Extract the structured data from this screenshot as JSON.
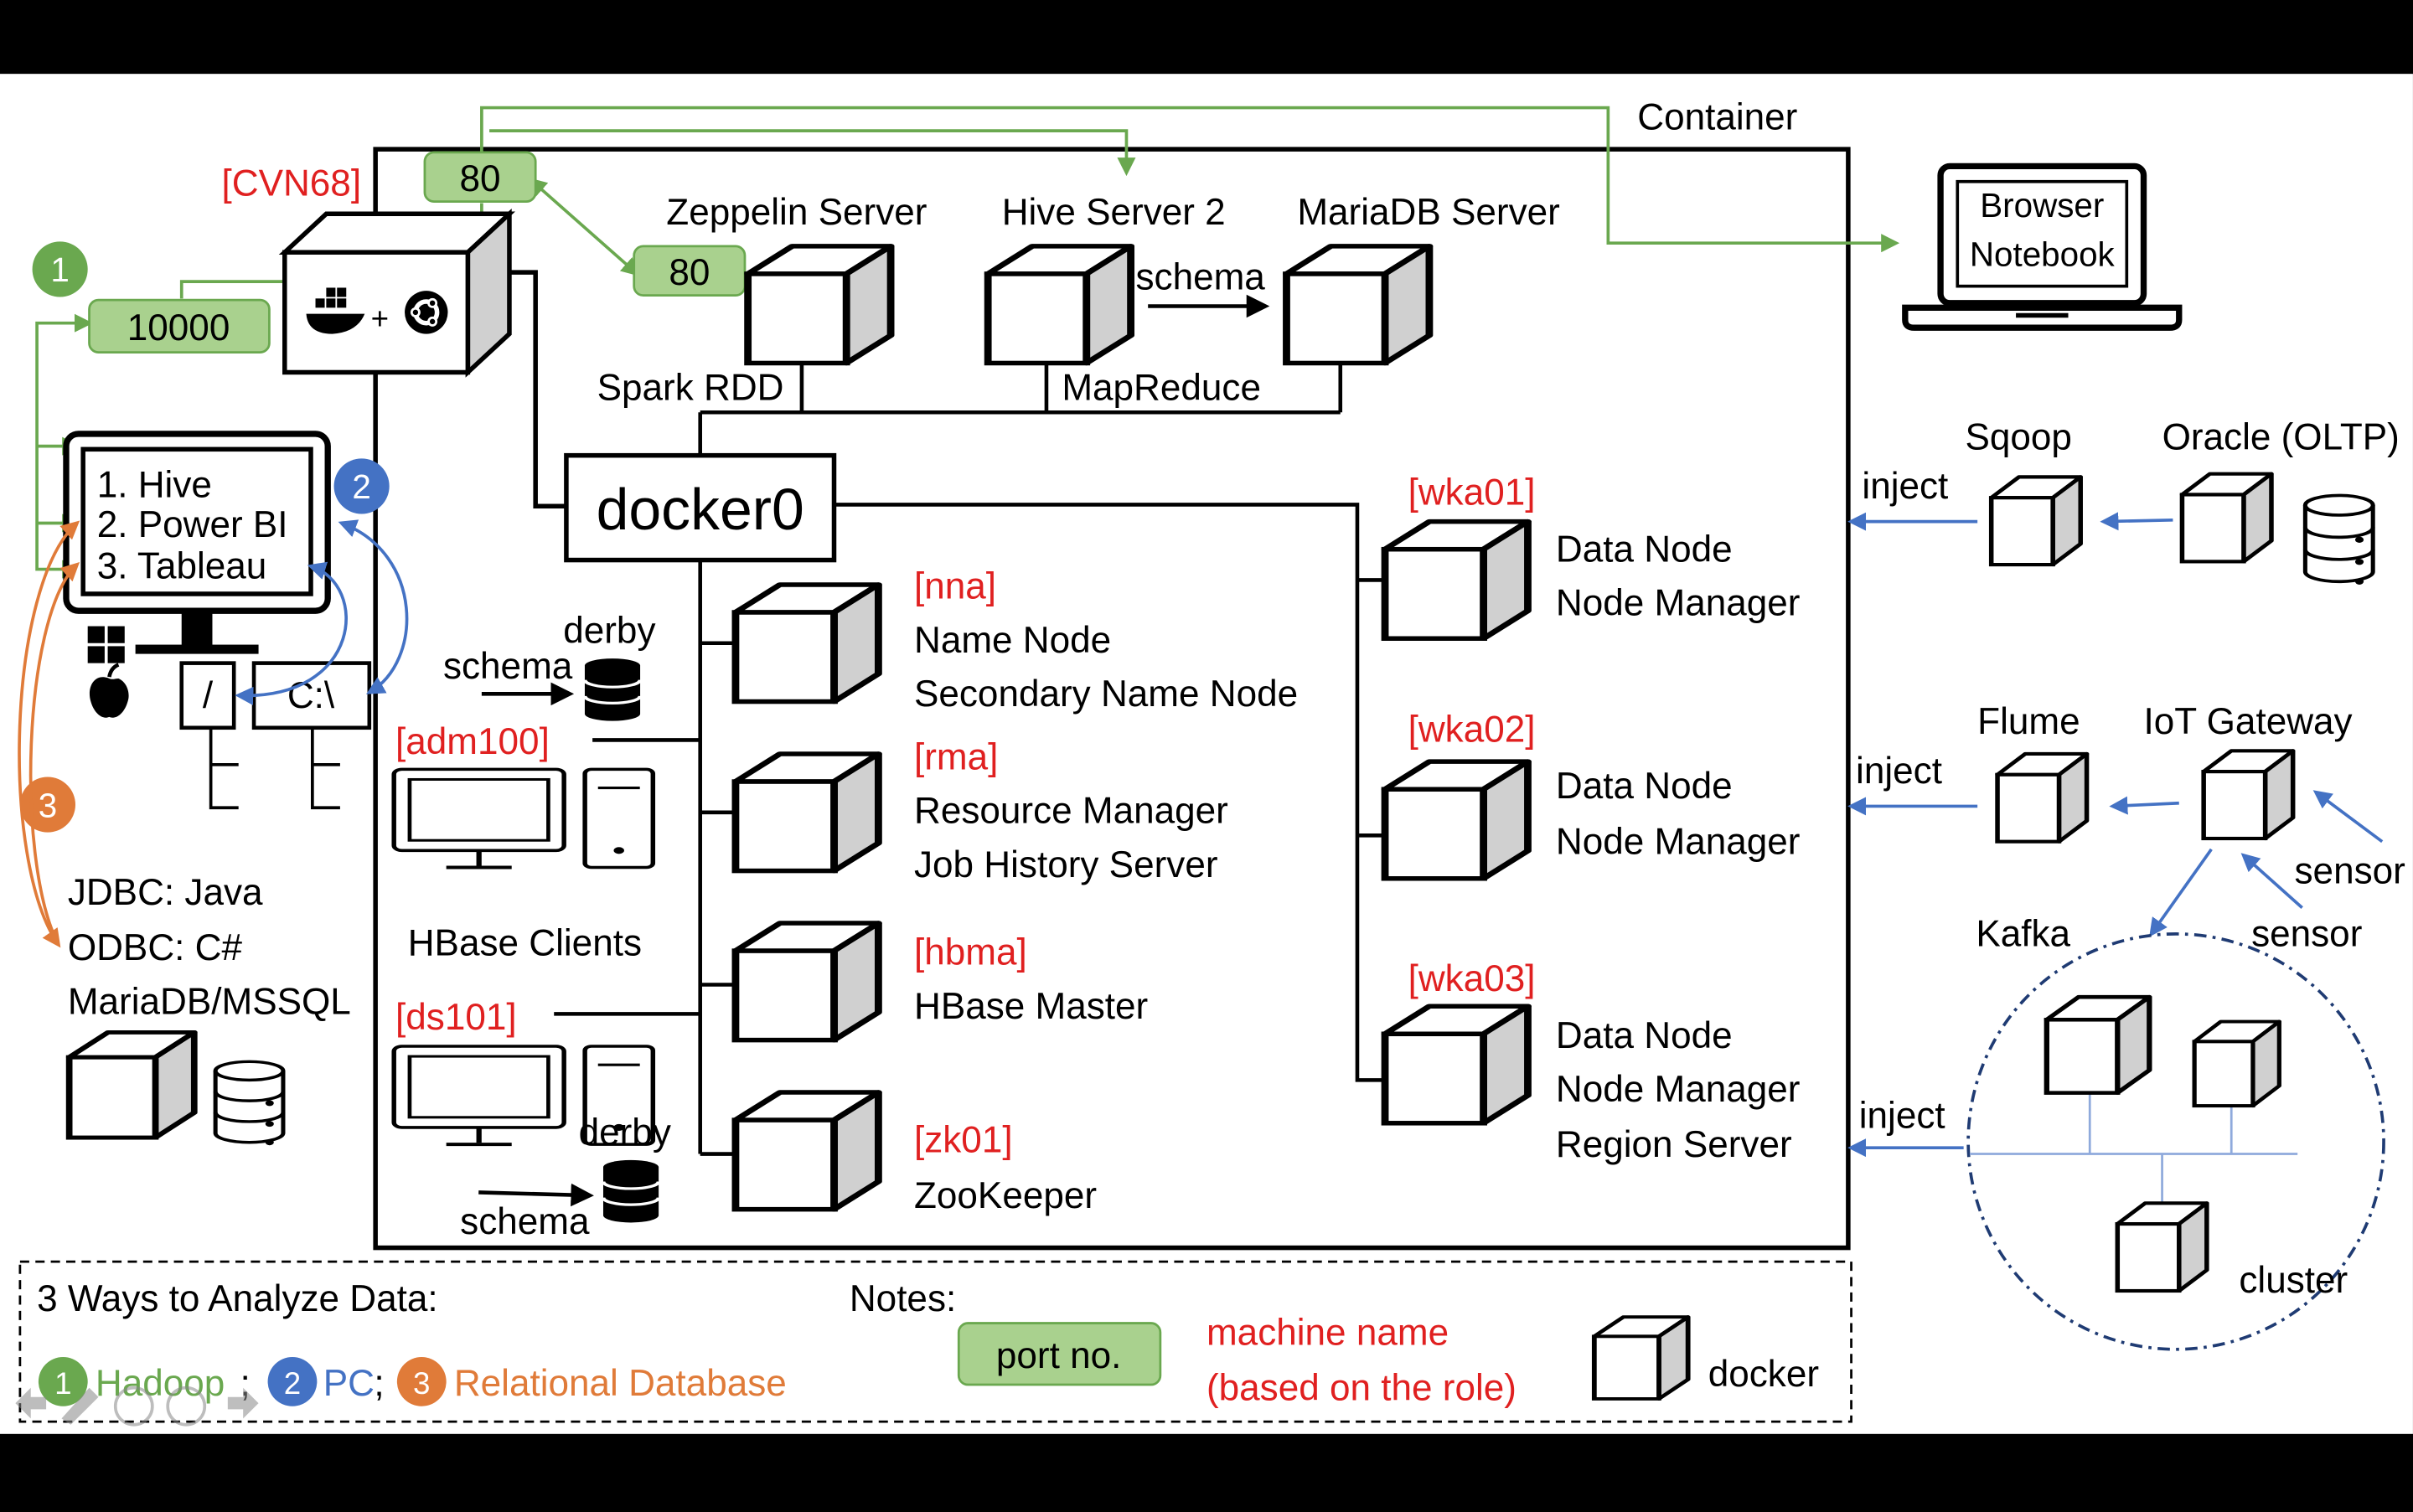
{
  "labels": {
    "container": "Container",
    "cvn68": "[CVN68]",
    "port_80_top": "80",
    "port_80_zeppelin": "80",
    "port_10000": "10000",
    "zeppelin": "Zeppelin Server",
    "hive_server": "Hive Server 2",
    "mariadb_server": "MariaDB Server",
    "schema_hive": "schema",
    "spark_rdd": "Spark RDD",
    "mapreduce": "MapReduce",
    "docker0": "docker0",
    "browser": "Browser",
    "notebook": "Notebook",
    "pc_item1": "1. Hive",
    "pc_item2": "2. Power BI",
    "pc_item3": "3. Tableau",
    "slash": "/",
    "cdrive": "C:\\",
    "num1": "1",
    "num2": "2",
    "num3": "3",
    "derby_top": "derby",
    "schema_top": "schema",
    "adm100": "[adm100]",
    "hbase_clients": "HBase Clients",
    "ds101": "[ds101]",
    "derby_bottom": "derby",
    "schema_bottom": "schema",
    "nna": "[nna]",
    "name_node": "Name Node",
    "secondary_name_node": "Secondary Name Node",
    "rma": "[rma]",
    "resource_manager": "Resource Manager",
    "job_history": "Job History Server",
    "hbma": "[hbma]",
    "hbase_master": "HBase Master",
    "zk01": "[zk01]",
    "zookeeper": "ZooKeeper",
    "wka01": "[wka01]",
    "wka02": "[wka02]",
    "wka03": "[wka03]",
    "data_node_1": "Data Node",
    "node_manager_1": "Node Manager",
    "data_node_2": "Data Node",
    "node_manager_2": "Node Manager",
    "data_node_3": "Data Node",
    "node_manager_3": "Node Manager",
    "region_server": "Region Server",
    "sqoop": "Sqoop",
    "oracle": "Oracle (OLTP)",
    "inject_1": "inject",
    "flume": "Flume",
    "iot_gateway": "IoT Gateway",
    "inject_2": "inject",
    "sensor_1": "sensor",
    "sensor_2": "sensor",
    "kafka": "Kafka",
    "inject_3": "inject",
    "cluster": "cluster",
    "jdbc": "JDBC: Java",
    "odbc": "ODBC: C#",
    "mariadb_mssql": "MariaDB/MSSQL"
  },
  "legend": {
    "title": "3 Ways to Analyze Data:",
    "hadoop": "Hadoop",
    "pc": "PC",
    "relational": "Relational Database",
    "sep": ";",
    "notes": "Notes:",
    "port_no": "port no.",
    "machine_name": "machine name",
    "machine_name_2": "(based on the role)",
    "docker": "docker"
  },
  "colors": {
    "green": "#6aa84f",
    "green_fill": "#a9d18e",
    "blue": "#4472c4",
    "orange": "#e07b39",
    "red": "#e02020",
    "navy": "#1f3b73"
  }
}
